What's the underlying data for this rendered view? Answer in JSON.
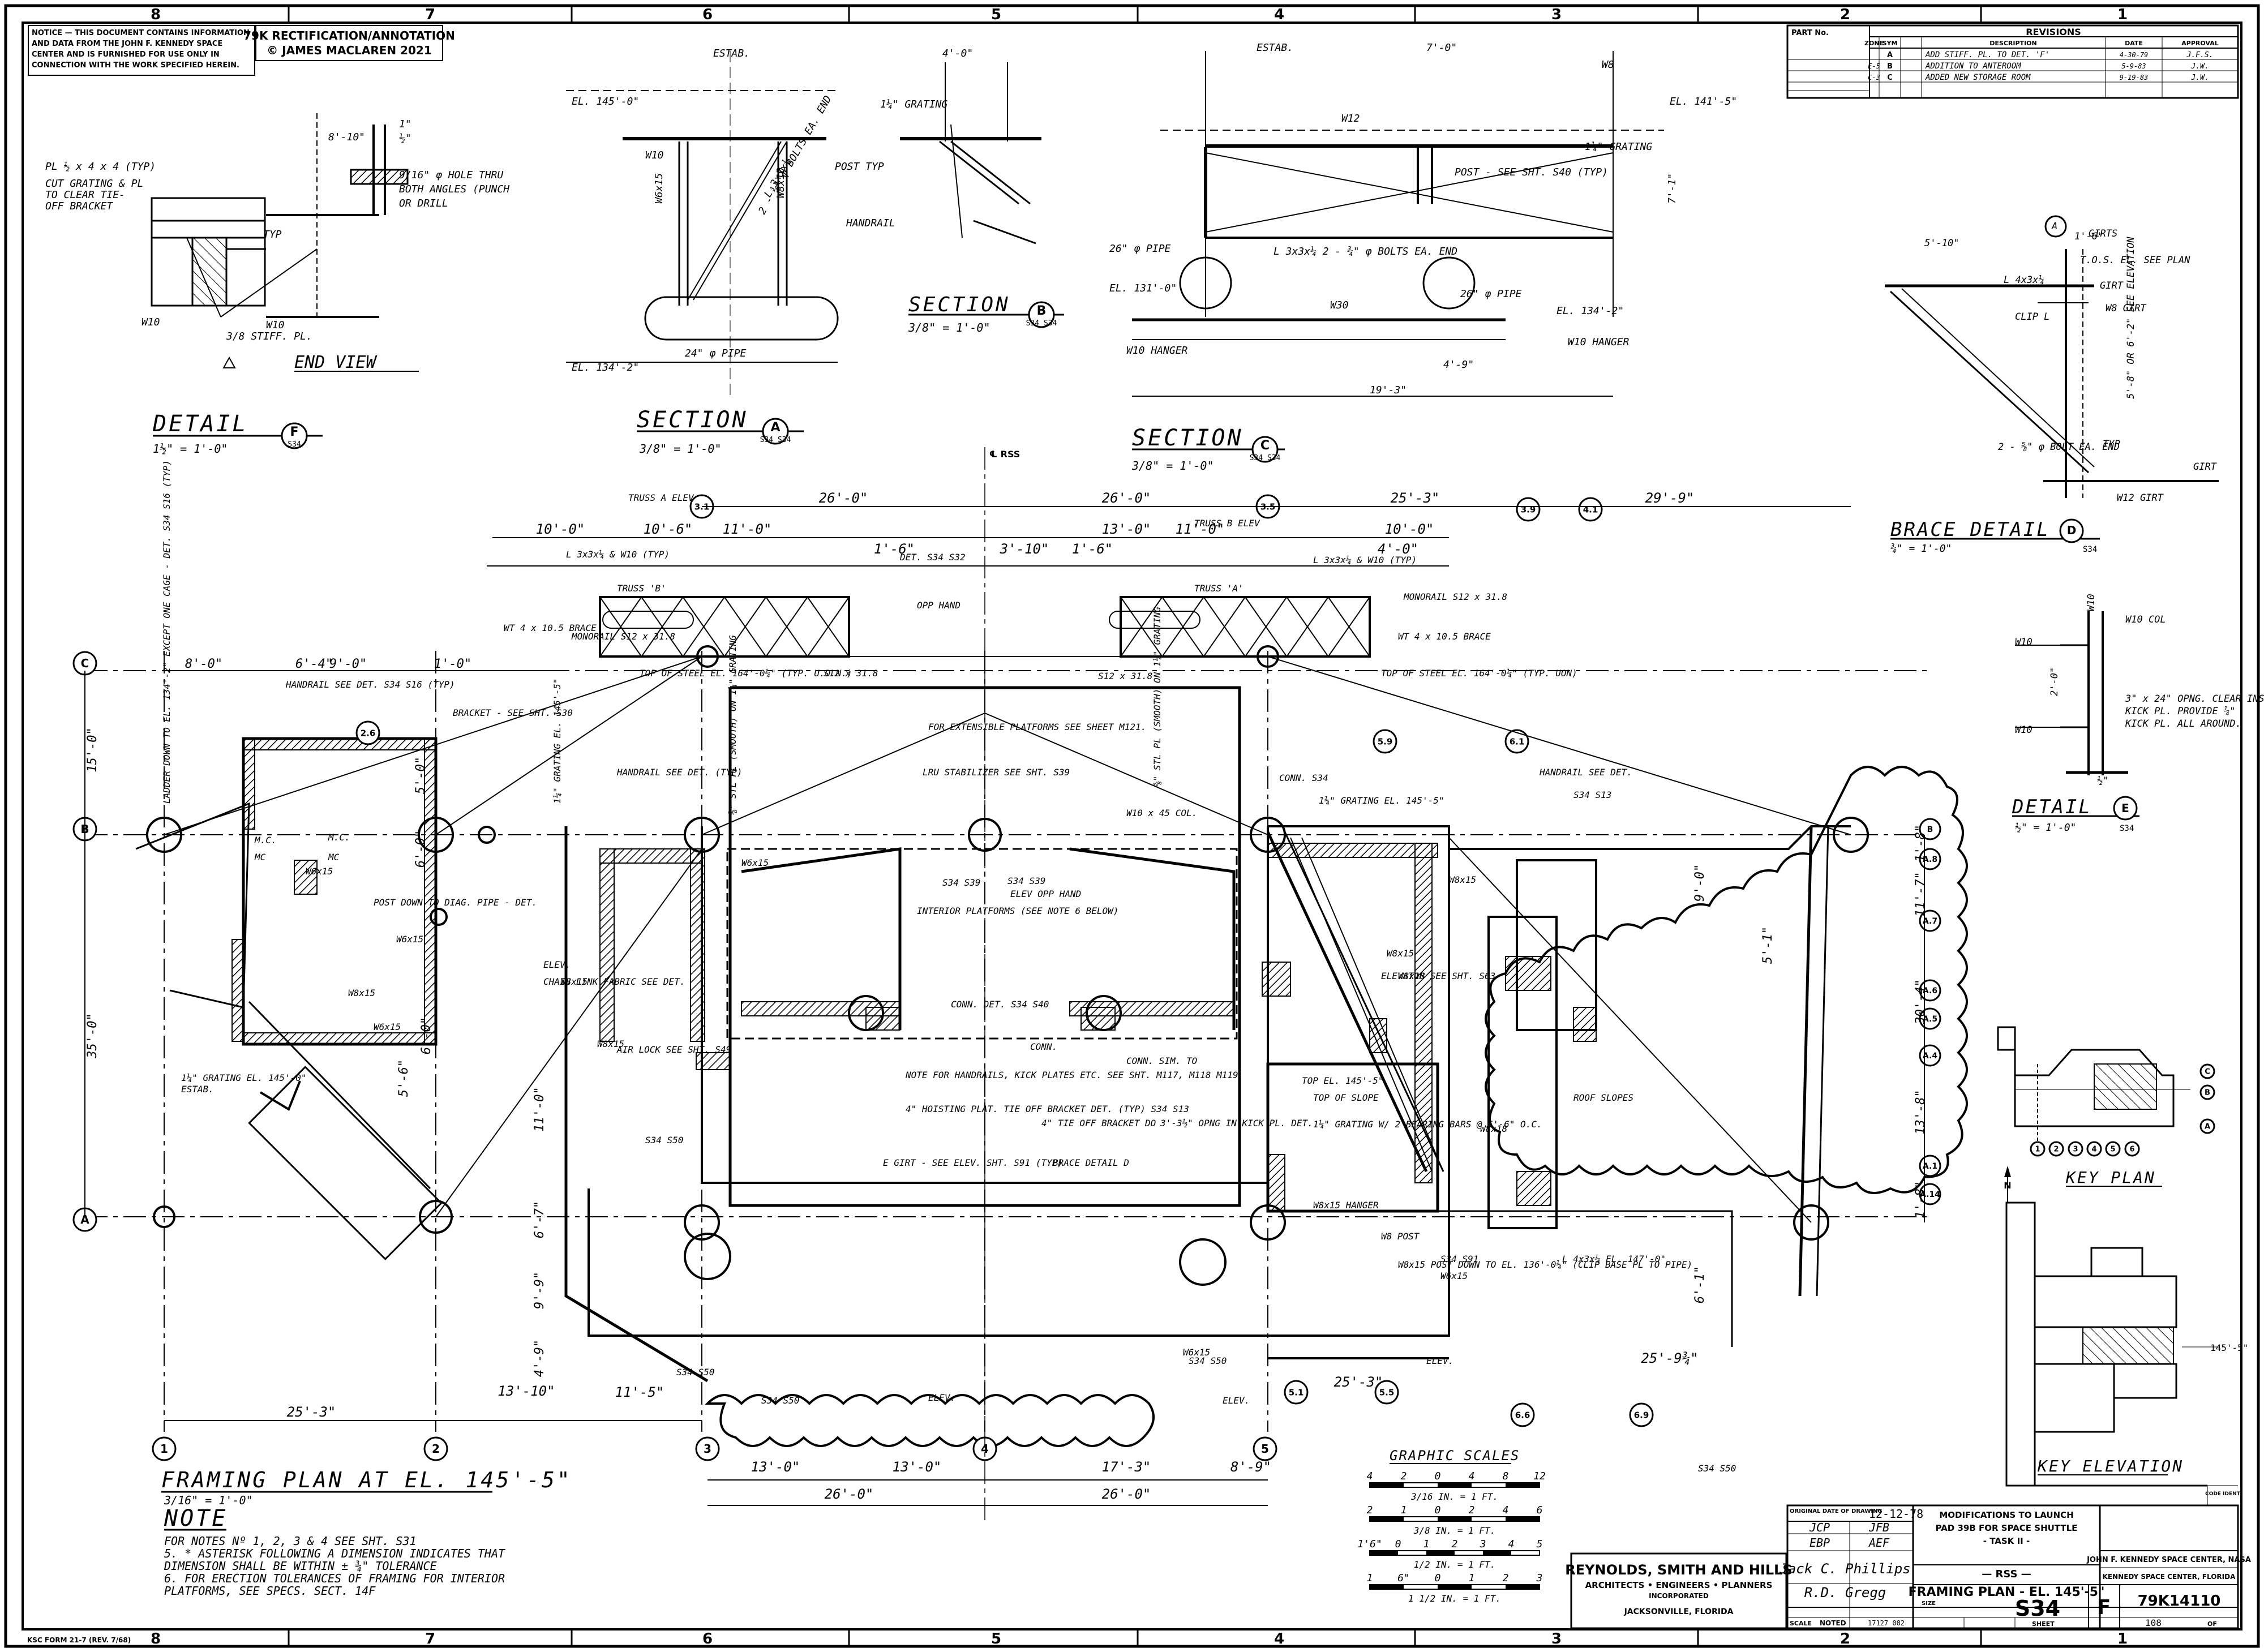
{
  "sheet": {
    "border_numbers_top": [
      "8",
      "7",
      "6",
      "5",
      "4",
      "3",
      "2",
      "1"
    ],
    "border_numbers_bottom": [
      "8",
      "7",
      "6",
      "5",
      "4",
      "3",
      "2",
      "1"
    ],
    "notice_lines": [
      "NOTICE — THIS DOCUMENT CONTAINS INFORMATION",
      "AND DATA FROM THE JOHN F. KENNEDY SPACE",
      "CENTER AND IS FURNISHED FOR USE ONLY IN",
      "CONNECTION WITH THE WORK SPECIFIED HEREIN."
    ],
    "annotation_line1": "79K RECTIFICATION/ANNOTATION",
    "annotation_line2": "© JAMES MACLAREN 2021",
    "form_number": "KSC FORM 21-7 (REV. 7/68)"
  },
  "revisions": {
    "header": "REVISIONS",
    "part_no_label": "PART No.",
    "columns": [
      "ZONE",
      "SYM",
      "DESCRIPTION",
      "DATE",
      "APPROVAL"
    ],
    "rows": [
      {
        "zone": "",
        "sym": "A",
        "desc": "ADD STIFF. PL. TO DET. 'F'",
        "date": "4-30-79",
        "appr": "J.F.S."
      },
      {
        "zone": "E-5",
        "sym": "B",
        "desc": "ADDITION TO ANTEROOM",
        "date": "5-9-83",
        "appr": "J.W."
      },
      {
        "zone": "C-3",
        "sym": "C",
        "desc": "ADDED NEW STORAGE ROOM",
        "date": "9-19-83",
        "appr": "J.W."
      }
    ]
  },
  "details": {
    "end_view": "END VIEW",
    "detail_f_title": "DETAIL",
    "detail_f_letter": "F",
    "detail_f_ref": "S34",
    "detail_f_scale": "1½\" = 1'-0\"",
    "end_view_notes": [
      "PL ½ x 4 x 4 (TYP)",
      "CUT GRATING & PL",
      "TO CLEAR TIE-",
      "OFF BRACKET",
      "9/16\" φ HOLE THRU",
      "BOTH ANGLES (PUNCH",
      "OR DRILL",
      "3/8 STIFF. PL.",
      "W10",
      "W10",
      "8'-10\"",
      "TYP",
      "1\"",
      "½\""
    ],
    "section_a_title": "SECTION",
    "section_a_letter": "A",
    "section_a_ref": "S34 S34",
    "section_a_scale": "3/8\" = 1'-0\"",
    "section_a_notes": [
      "EL. 145'-0\"",
      "ESTAB.",
      "4'-0\"",
      "1¼\" GRATING",
      "L 3x3x¼",
      "2 - ¾\" φ BOLTS EA. END",
      "POST TYP",
      "HANDRAIL",
      "W10",
      "W6x15",
      "W8x10",
      "24\" φ PIPE",
      "EL. 134'-2\""
    ],
    "section_b_title": "SECTION",
    "section_b_letter": "B",
    "section_b_ref": "S34 S34",
    "section_b_scale": "3/8\" = 1'-0\"",
    "section_c_title": "SECTION",
    "section_c_letter": "C",
    "section_c_ref": "S34 S34",
    "section_c_scale": "3/8\" = 1'-0\"",
    "section_c_notes": [
      "ESTAB.",
      "7'-0\"",
      "W8",
      "EL. 141'-5\"",
      "W12",
      "1¼\" GRATING",
      "POST - SEE SHT. S40 (TYP)",
      "L 3x3x¼ 2 - ¾\" φ BOLTS EA. END",
      "26\" φ PIPE",
      "EL. 131'-0\"",
      "W30",
      "26\" φ PIPE",
      "EL. 134'-2\"",
      "W10 HANGER",
      "W10 HANGER",
      "4'-9\"",
      "19'-3\"",
      "7'-1\""
    ],
    "brace_title": "BRACE DETAIL",
    "brace_letter": "D",
    "brace_ref": "S34",
    "brace_scale": "¾\" = 1'-0\"",
    "brace_notes": [
      "5'-10\"",
      "A",
      "1'-6\"",
      "GIRTS",
      "T.O.S. EL. SEE PLAN",
      "GIRT",
      "L 4x3x¼",
      "W8 GIRT",
      "CLIP L",
      "5'-8\" OR 6'-2\" SEE ELEVATION",
      "2 - ⅝\" φ BOLT EA. END",
      "TYP",
      "GIRT",
      "W12 GIRT"
    ],
    "detail_e_title": "DETAIL",
    "detail_e_letter": "E",
    "detail_e_ref": "S34",
    "detail_e_scale": "½\" = 1'-0\"",
    "detail_e_notes": [
      "W10",
      "W10 COL",
      "W10",
      "W10",
      "2'-0\"",
      "3\" x 24\" OPNG. CLEAR INSIDE",
      "KICK PL. PROVIDE ¼\"",
      "KICK PL. ALL AROUND.",
      "½\""
    ]
  },
  "plan": {
    "title": "FRAMING PLAN AT EL. 145'-5\"",
    "scale": "3/16\" = 1'-0\"",
    "note_title": "NOTE",
    "notes": [
      "FOR NOTES Nº 1, 2, 3 & 4 SEE SHT. S31",
      "5. * ASTERISK FOLLOWING A DIMENSION INDICATES THAT",
      "   DIMENSION SHALL BE WITHIN ± ¾\" TOLERANCE",
      "6. FOR ERECTION TOLERANCES OF FRAMING FOR INTERIOR",
      "   PLATFORMS, SEE SPECS. SECT. 14F"
    ],
    "rss_label": "℄ RSS",
    "grid_rows": [
      "C",
      "B",
      "A"
    ],
    "grid_rows_right": [
      "B",
      "A.8",
      "A.7",
      "A.6",
      "A.5",
      "A.4",
      "A.1",
      "A.14"
    ],
    "grid_cols_bottom": [
      "1",
      "2",
      "3",
      "4",
      "5"
    ],
    "grid_cols_sub": [
      "2.6",
      "3.1",
      "3.5",
      "3.9",
      "4.1",
      "5.1",
      "5.5",
      "5.9",
      "6.1",
      "6.6",
      "6.9"
    ],
    "dims_top": [
      "26'-0\"",
      "13'-0\"",
      "26'-0\"",
      "25'-3\"",
      "29'-9\"",
      "10'-0\"",
      "11'-0\"",
      "11'-0\"",
      "10'-0\"",
      "10'-6\"",
      "4'-0\"",
      "3'-10\"",
      "1'-6\"",
      "1'-6\""
    ],
    "dims_bottom": [
      "13'-0\"",
      "13'-0\"",
      "17'-3\"",
      "8'-9\"",
      "26'-0\"",
      "26'-0\"",
      "25'-3\"",
      "13'-10\"",
      "11'-5\"",
      "25'-9¾\"",
      "25'-3\""
    ],
    "dims_left": [
      "15'-0\"",
      "35'-0\"",
      "5'-0\"",
      "6'-0\"",
      "6'-0\"",
      "5'-6\"",
      "6'-7\"",
      "9'-9\"",
      "4'-9\"",
      "11'-0\"",
      "8'-0\"",
      "6'-4\"",
      "9'-0\"",
      "1'-0\""
    ],
    "dims_right": [
      "11'-7\"",
      "30'-4\"",
      "13'-8\"",
      "5'-1\"",
      "1'-8\"",
      "1'-8\"",
      "9'-0\"",
      "6'-1\""
    ],
    "labels": [
      "TRUSS A ELEV",
      "TRUSS B ELEV",
      "TRUSS 'B'",
      "TRUSS 'A'",
      "MONORAIL S12 x 31.8",
      "MONORAIL S12 x 31.8",
      "WT 4 x 10.5 BRACE",
      "WT 4 x 10.5 BRACE",
      "TOP OF STEEL EL. 164'-0¼\" (TYP. U.O.N.)",
      "TOP OF STEEL EL. 164'-0¼\" (TYP. UON)",
      "L 3x3x¼ & W10 (TYP)",
      "L 3x3x¼ & W10 (TYP)",
      "DET. S34 S32",
      "S12 x 31.8",
      "S12 x 31.8",
      "OPP HAND",
      "LADDER DOWN TO EL. 134'-2\" EXCEPT ONE CAGE - DET. S34 S16 (TYP)",
      "HANDRAIL SEE DET. S34 S16 (TYP)",
      "BRACKET - SEE SHT. S30",
      "HANDRAIL SEE DET. (TYP)",
      "1¼\" GRATING EL. 145'-5\"",
      "⅝\" STL PL (SMOOTH) ON 1¼\" GRATING",
      "FOR EXTENSIBLE PLATFORMS SEE SHEET M121.",
      "LRU STABILIZER SEE SHT. S39",
      "⅝\" STL PL (SMOOTH) ON 1¼\" GRATING",
      "W10 x 45 COL.",
      "CONN. S34",
      "1¼\" GRATING EL. 145'-5\"",
      "HANDRAIL SEE DET.",
      "S34 S13",
      "ELEV OPP HAND",
      "INTERIOR PLATFORMS (SEE NOTE 6 BELOW)",
      "S34 S39",
      "S34 S39",
      "POST DOWN TO DIAG. PIPE - DET.",
      "M.C.",
      "M.C.",
      "MC",
      "MC",
      "W6x15",
      "W8x15",
      "W6x15",
      "W6x15",
      "W6x15",
      "W8x15",
      "W8x15",
      "ELEV.",
      "CHAIN LINK FABRIC SEE DET.",
      "AIR LOCK SEE SHT. S49",
      "CONN. DET. S34 S40",
      "CONN.",
      "NOTE FOR HANDRAILS, KICK PLATES ETC. SEE SHT. M117, M118 M119",
      "4\" HOISTING PLAT. TIE OFF BRACKET DET. (TYP) S34 S13",
      "E GIRT - SEE ELEV. SHT. S91 (TYP)",
      "4\" TIE OFF BRACKET DO",
      "BRACE DETAIL D",
      "CONN. SIM. TO",
      "3'-3½\" OPNG IN KICK PL. DET.",
      "1¼\" GRATING EL. 145'-0\"",
      "ESTAB.",
      "S34 S50",
      "W8x15",
      "W8x15",
      "TOP OF SLOPE",
      "TOP EL. 145'-5\"",
      "1¼\" GRATING W/ 2 BEARING BARS @ 5'-6\" O.C.",
      "ELEVATOR SEE SHT. S63",
      "W8x18",
      "W8x18",
      "ROOF SLOPES",
      "W8 POST",
      "W8x15 POST DOWN TO EL. 136'-0¼\" (CLIP BASE PL TO PIPE)",
      "L 4x3x¼ EL. 147'-0\"",
      "W8x15 HANGER",
      "S34 S91",
      "W6x15",
      "W6x15",
      "ELEV.",
      "ELEV.",
      "S34 S50",
      "S34 S50",
      "ELEV.",
      "S34 S50",
      "S34 S50"
    ]
  },
  "graphic_scales": {
    "title": "GRAPHIC SCALES",
    "scales": [
      {
        "ticks": [
          "4",
          "2",
          "0",
          "4",
          "8",
          "12"
        ],
        "label": "3/16 IN. = 1 FT."
      },
      {
        "ticks": [
          "2",
          "1",
          "0",
          "2",
          "4",
          "6"
        ],
        "label": "3/8 IN. = 1 FT."
      },
      {
        "ticks": [
          "1'6\"",
          "0",
          "1",
          "2",
          "3",
          "4",
          "5"
        ],
        "label": "1/2 IN. = 1 FT."
      },
      {
        "ticks": [
          "1",
          "6\"",
          "0",
          "1",
          "2",
          "3"
        ],
        "label": "1 1/2 IN. = 1 FT."
      }
    ]
  },
  "key_plan": {
    "title": "KEY PLAN",
    "rows": [
      "C",
      "B",
      "A"
    ],
    "cols": [
      "1",
      "2",
      "3",
      "4",
      "5",
      "6"
    ],
    "north": "N",
    "elev_title": "KEY ELEVATION",
    "elev_label": "145'-5\""
  },
  "title_block": {
    "firm_line1": "REYNOLDS, SMITH AND HILLS",
    "firm_line2": "ARCHITECTS • ENGINEERS • PLANNERS",
    "firm_line3": "INCORPORATED",
    "firm_line4": "JACKSONVILLE, FLORIDA",
    "orig_date_label": "ORIGINAL DATE OF DRAWING",
    "orig_date": "12-12-78",
    "drawn": "JCP",
    "checked": "JFB",
    "engr": "EBP",
    "engr2": "AEF",
    "sig1": "Jack C. Phillips",
    "sig2": "R.D. Gregg",
    "project_line1": "MODIFICATIONS TO LAUNCH",
    "project_line2": "PAD 39B  FOR SPACE SHUTTLE",
    "project_line3": "- TASK II -",
    "sub_title": "— RSS —",
    "drawing_title": "FRAMING PLAN - EL. 145'-5\"",
    "size_label": "SIZE",
    "agency_line1": "JOHN F. KENNEDY SPACE CENTER, NASA",
    "agency_line2": "KENNEDY SPACE CENTER, FLORIDA",
    "scale_label": "SCALE",
    "scale_value": "NOTED",
    "code_value": "17127  002",
    "sheet_no": "S34",
    "size": "F",
    "dwg_no": "79K14110",
    "sheet_label": "SHEET",
    "sheet_count": "108",
    "of_label": "OF",
    "code_ident": "CODE IDENT"
  }
}
